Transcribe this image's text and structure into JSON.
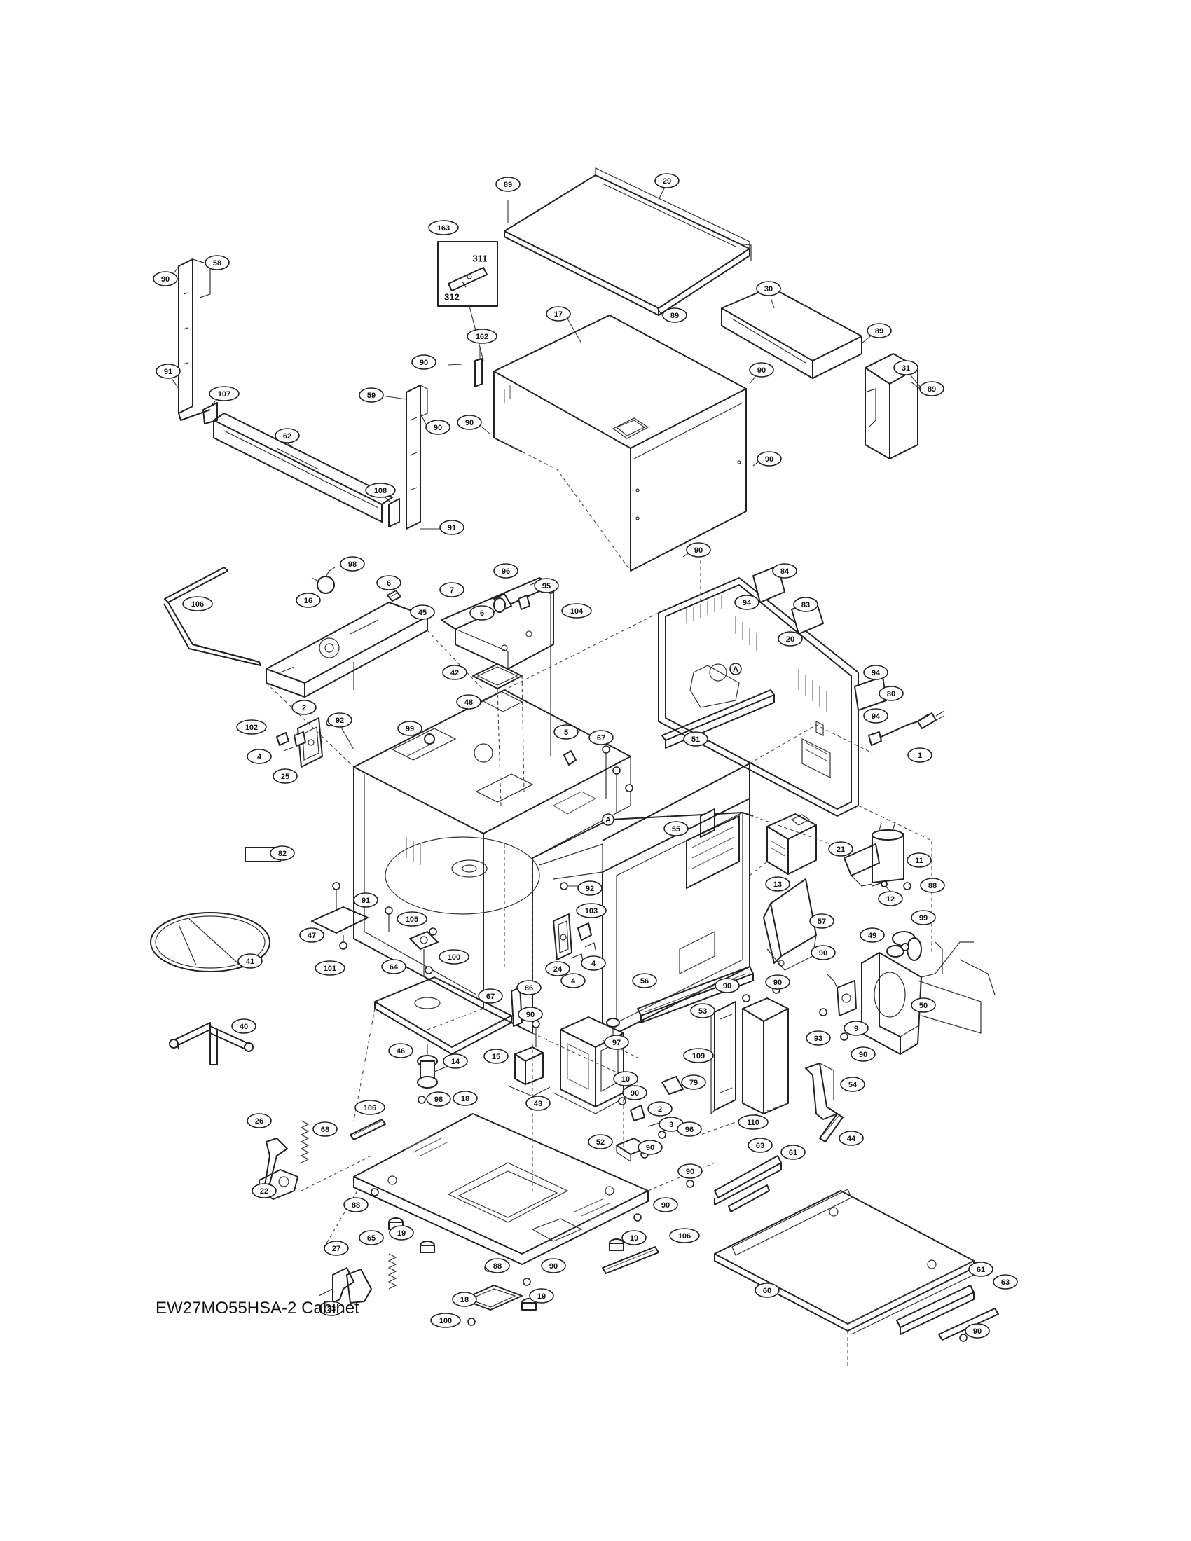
{
  "caption": "EW27MO55HSA-2 Cabinet",
  "callouts": [
    {
      "id": "c-89a",
      "label": "89"
    },
    {
      "id": "c-29",
      "label": "29"
    },
    {
      "id": "c-89b",
      "label": "89"
    },
    {
      "id": "c-30",
      "label": "30"
    },
    {
      "id": "c-89c",
      "label": "89"
    },
    {
      "id": "c-31",
      "label": "31"
    },
    {
      "id": "c-89d",
      "label": "89"
    },
    {
      "id": "c-163",
      "label": "163"
    },
    {
      "id": "c-162",
      "label": "162"
    },
    {
      "id": "c-90a",
      "label": "90"
    },
    {
      "id": "c-17",
      "label": "17"
    },
    {
      "id": "c-90b",
      "label": "90"
    },
    {
      "id": "c-90c",
      "label": "90"
    },
    {
      "id": "c-90d",
      "label": "90"
    },
    {
      "id": "c-90e",
      "label": "90"
    },
    {
      "id": "c-90f",
      "label": "90"
    },
    {
      "id": "c-58",
      "label": "58"
    },
    {
      "id": "c-91a",
      "label": "91"
    },
    {
      "id": "c-107",
      "label": "107"
    },
    {
      "id": "c-59",
      "label": "59"
    },
    {
      "id": "c-90g",
      "label": "90"
    },
    {
      "id": "c-62",
      "label": "62"
    },
    {
      "id": "c-108",
      "label": "108"
    },
    {
      "id": "c-91b",
      "label": "91"
    },
    {
      "id": "c-98a",
      "label": "98"
    },
    {
      "id": "c-6a",
      "label": "6"
    },
    {
      "id": "c-16",
      "label": "16"
    },
    {
      "id": "c-106a",
      "label": "106"
    },
    {
      "id": "c-45",
      "label": "45"
    },
    {
      "id": "c-96a",
      "label": "96"
    },
    {
      "id": "c-7",
      "label": "7"
    },
    {
      "id": "c-95",
      "label": "95"
    },
    {
      "id": "c-6b",
      "label": "6"
    },
    {
      "id": "c-104",
      "label": "104"
    },
    {
      "id": "c-84",
      "label": "84"
    },
    {
      "id": "c-94a",
      "label": "94"
    },
    {
      "id": "c-83",
      "label": "83"
    },
    {
      "id": "c-20",
      "label": "20"
    },
    {
      "id": "c-94b",
      "label": "94"
    },
    {
      "id": "c-80",
      "label": "80"
    },
    {
      "id": "c-94c",
      "label": "94"
    },
    {
      "id": "c-42",
      "label": "42"
    },
    {
      "id": "c-48a",
      "label": "48"
    },
    {
      "id": "c-99a",
      "label": "99"
    },
    {
      "id": "c-2a",
      "label": "2"
    },
    {
      "id": "c-92a",
      "label": "92"
    },
    {
      "id": "c-102",
      "label": "102"
    },
    {
      "id": "c-4a",
      "label": "4"
    },
    {
      "id": "c-25",
      "label": "25"
    },
    {
      "id": "c-5",
      "label": "5"
    },
    {
      "id": "c-67a",
      "label": "67"
    },
    {
      "id": "c-51",
      "label": "51"
    },
    {
      "id": "c-1",
      "label": "1"
    },
    {
      "id": "c-82",
      "label": "82"
    },
    {
      "id": "c-55",
      "label": "55"
    },
    {
      "id": "c-13",
      "label": "13"
    },
    {
      "id": "c-21",
      "label": "21"
    },
    {
      "id": "c-11",
      "label": "11"
    },
    {
      "id": "c-12",
      "label": "12"
    },
    {
      "id": "c-88a",
      "label": "88"
    },
    {
      "id": "c-92b",
      "label": "92"
    },
    {
      "id": "c-91c",
      "label": "91"
    },
    {
      "id": "c-103",
      "label": "103"
    },
    {
      "id": "c-105",
      "label": "105"
    },
    {
      "id": "c-47",
      "label": "47"
    },
    {
      "id": "c-24",
      "label": "24"
    },
    {
      "id": "c-4b",
      "label": "4"
    },
    {
      "id": "c-4c",
      "label": "4"
    },
    {
      "id": "c-57",
      "label": "57"
    },
    {
      "id": "c-99b",
      "label": "99"
    },
    {
      "id": "c-49",
      "label": "49"
    },
    {
      "id": "c-41",
      "label": "41"
    },
    {
      "id": "c-101",
      "label": "101"
    },
    {
      "id": "c-64",
      "label": "64"
    },
    {
      "id": "c-100a",
      "label": "100"
    },
    {
      "id": "c-56",
      "label": "56"
    },
    {
      "id": "c-90h",
      "label": "90"
    },
    {
      "id": "c-50",
      "label": "50"
    },
    {
      "id": "c-40",
      "label": "40"
    },
    {
      "id": "c-67b",
      "label": "67"
    },
    {
      "id": "c-86",
      "label": "86"
    },
    {
      "id": "c-53",
      "label": "53"
    },
    {
      "id": "c-90i",
      "label": "90"
    },
    {
      "id": "c-90j",
      "label": "90"
    },
    {
      "id": "c-97",
      "label": "97"
    },
    {
      "id": "c-90k",
      "label": "90"
    },
    {
      "id": "c-46",
      "label": "46"
    },
    {
      "id": "c-14",
      "label": "14"
    },
    {
      "id": "c-15",
      "label": "15"
    },
    {
      "id": "c-10",
      "label": "10"
    },
    {
      "id": "c-109",
      "label": "109"
    },
    {
      "id": "c-93",
      "label": "93"
    },
    {
      "id": "c-9",
      "label": "9"
    },
    {
      "id": "c-90l",
      "label": "90"
    },
    {
      "id": "c-98b",
      "label": "98"
    },
    {
      "id": "c-106b",
      "label": "106"
    },
    {
      "id": "c-18a",
      "label": "18"
    },
    {
      "id": "c-43",
      "label": "43"
    },
    {
      "id": "c-79",
      "label": "79"
    },
    {
      "id": "c-110",
      "label": "110"
    },
    {
      "id": "c-54",
      "label": "54"
    },
    {
      "id": "c-26",
      "label": "26"
    },
    {
      "id": "c-68",
      "label": "68"
    },
    {
      "id": "c-90m",
      "label": "90"
    },
    {
      "id": "c-2b",
      "label": "2"
    },
    {
      "id": "c-3",
      "label": "3"
    },
    {
      "id": "c-96b",
      "label": "96"
    },
    {
      "id": "c-52",
      "label": "52"
    },
    {
      "id": "c-90n",
      "label": "90"
    },
    {
      "id": "c-44",
      "label": "44"
    },
    {
      "id": "c-22",
      "label": "22"
    },
    {
      "id": "c-63a",
      "label": "63"
    },
    {
      "id": "c-61a",
      "label": "61"
    },
    {
      "id": "c-90o",
      "label": "90"
    },
    {
      "id": "c-88b",
      "label": "88"
    },
    {
      "id": "c-90p",
      "label": "90"
    },
    {
      "id": "c-27",
      "label": "27"
    },
    {
      "id": "c-65",
      "label": "65"
    },
    {
      "id": "c-19a",
      "label": "19"
    },
    {
      "id": "c-19b",
      "label": "19"
    },
    {
      "id": "c-106c",
      "label": "106"
    },
    {
      "id": "c-88c",
      "label": "88"
    },
    {
      "id": "c-90q",
      "label": "90"
    },
    {
      "id": "c-23",
      "label": "23"
    },
    {
      "id": "c-18b",
      "label": "18"
    },
    {
      "id": "c-60",
      "label": "60"
    },
    {
      "id": "c-61b",
      "label": "61"
    },
    {
      "id": "c-63b",
      "label": "63"
    },
    {
      "id": "c-19c",
      "label": "19"
    },
    {
      "id": "c-100b",
      "label": "100"
    },
    {
      "id": "c-90r",
      "label": "90"
    }
  ],
  "plain_labels": [
    {
      "id": "p-311",
      "label": "311"
    },
    {
      "id": "p-312",
      "label": "312"
    },
    {
      "id": "p-A1",
      "label": "A"
    },
    {
      "id": "p-A2",
      "label": "A"
    }
  ]
}
